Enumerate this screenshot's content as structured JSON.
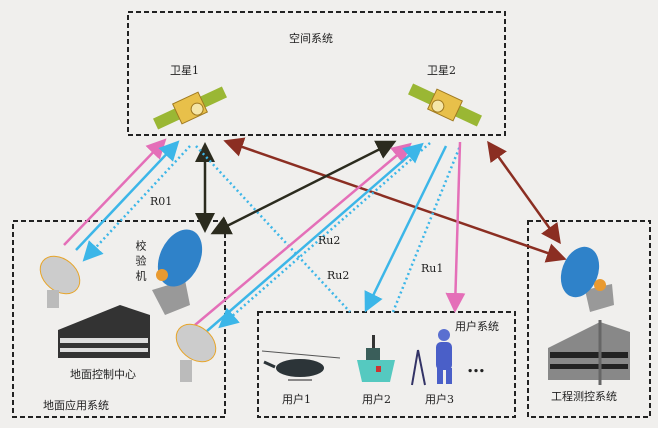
{
  "systems": {
    "space": "空间系统",
    "ground_app": "地面应用系统",
    "user": "用户系统",
    "engineering": "工程测控系统"
  },
  "nodes": {
    "sat1": "卫星1",
    "sat2": "卫星2",
    "calibrator": "校验机",
    "ground_control": "地面控制中心",
    "user1": "用户1",
    "user2": "用户2",
    "user3": "用户3",
    "ellipsis": "…"
  },
  "links": {
    "r01": "R01",
    "ru2_a": "Ru2",
    "ru2_b": "Ru2",
    "ru1": "Ru1"
  },
  "colors": {
    "pink": "#e46fb8",
    "cyan": "#3cb6e8",
    "black": "#2b2b1e",
    "brown": "#8b2e22"
  }
}
